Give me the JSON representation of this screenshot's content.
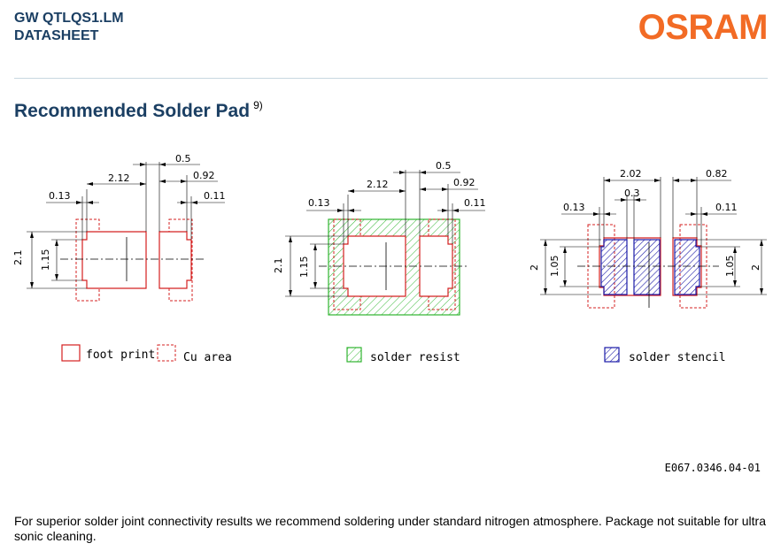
{
  "header": {
    "product": "GW QTLQS1.LM",
    "doc_type": "DATASHEET",
    "brand": "OSRAM",
    "brand_color": "#f26b25"
  },
  "section": {
    "title": "Recommended Solder Pad",
    "footnote": "9)"
  },
  "diagram1": {
    "dims": [
      "0.5",
      "2.12",
      "0.92",
      "0.13",
      "0.11",
      "2.1",
      "1.15"
    ]
  },
  "diagram2": {
    "dims": [
      "0.5",
      "2.12",
      "0.92",
      "0.13",
      "0.11",
      "2.1",
      "1.15"
    ]
  },
  "diagram3": {
    "dims": [
      "2.02",
      "0.82",
      "0.3",
      "0.13",
      "0.11",
      "2",
      "1.05",
      "1.05",
      "2"
    ]
  },
  "legend": {
    "footprint": "foot print",
    "cu_area": "Cu area",
    "solder_resist": "solder resist",
    "solder_stencil": "solder stencil"
  },
  "colors": {
    "footprint": "#d42020",
    "resist": "#2fb52f",
    "stencil": "#1a1aa8"
  },
  "drawing_number": "E067.0346.04-01",
  "footnote_text": "For superior solder joint connectivity results we recommend soldering under standard nitrogen atmosphere. Package not suitable for ultra sonic cleaning."
}
